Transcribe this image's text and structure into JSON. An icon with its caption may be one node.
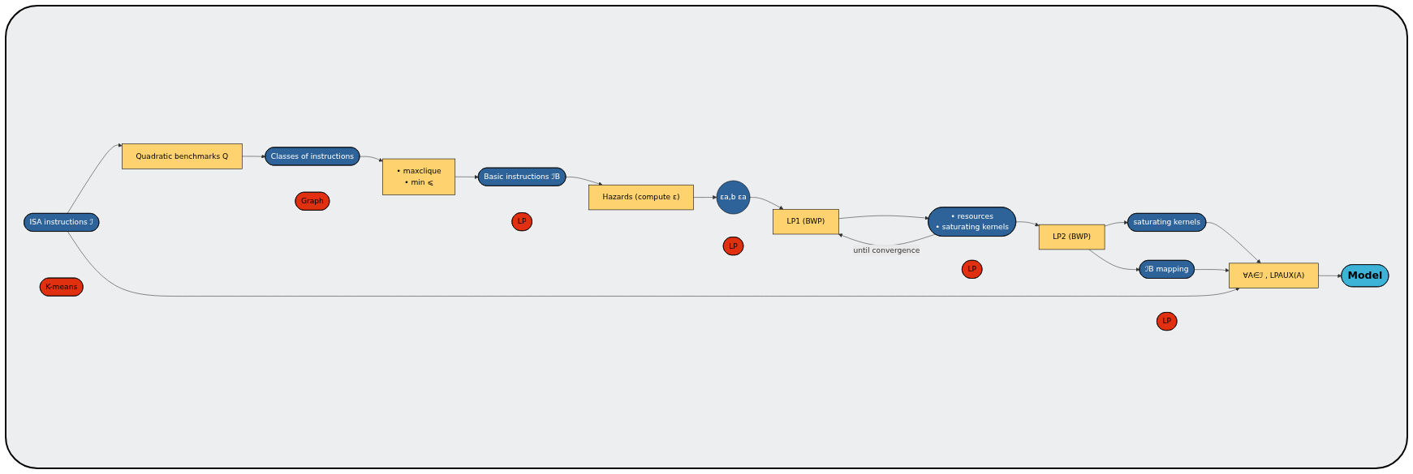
{
  "diagram": {
    "nodes": [
      {
        "text": [
          "ISA instructions ℐ"
        ]
      },
      {
        "text": [
          "Quadratic benchmarks Q"
        ]
      },
      {
        "text": [
          "K-means"
        ]
      },
      {
        "text": [
          "Classes of instructions"
        ]
      },
      {
        "text": [
          "• maxclique",
          "• min ⩽"
        ]
      },
      {
        "text": [
          "Graph"
        ]
      },
      {
        "text": [
          "Basic instructions ℐB"
        ]
      },
      {
        "text": [
          "Hazards (compute ε)"
        ]
      },
      {
        "text": [
          "LP"
        ]
      },
      {
        "text": [
          "εa,b εa"
        ]
      },
      {
        "text": [
          "LP1 (BWP)"
        ]
      },
      {
        "text": [
          "LP"
        ]
      },
      {
        "text": [
          "• resources",
          "• saturating kernels"
        ]
      },
      {
        "text": [
          "LP2 (BWP)"
        ]
      },
      {
        "text": [
          "LP"
        ]
      },
      {
        "text": [
          "saturating kernels"
        ]
      },
      {
        "text": [
          "ℐB mapping"
        ]
      },
      {
        "text": [
          "∀A∈ℐ , LPAUX(A)"
        ]
      },
      {
        "text": [
          "LP"
        ]
      },
      {
        "text": [
          "Model"
        ]
      }
    ],
    "edges": [
      {
        "from": 0,
        "to": 1,
        "arrow": "to"
      },
      {
        "from": 1,
        "to": 3,
        "arrow": "to"
      },
      {
        "from": 3,
        "to": 4,
        "arrow": "to"
      },
      {
        "from": 4,
        "to": 6,
        "arrow": "to"
      },
      {
        "from": 6,
        "to": 7,
        "arrow": "to"
      },
      {
        "from": 7,
        "to": 9,
        "arrow": "to"
      },
      {
        "from": 9,
        "to": 10,
        "arrow": "to"
      },
      {
        "from": 10,
        "to": 12,
        "arrow": "to"
      },
      {
        "from": 12,
        "to": 10,
        "arrow": "to",
        "label": "until convergence"
      },
      {
        "from": 12,
        "to": 13,
        "arrow": "to"
      },
      {
        "from": 13,
        "to": 15,
        "arrow": "to"
      },
      {
        "from": 13,
        "to": 16,
        "arrow": "to"
      },
      {
        "from": 15,
        "to": 17,
        "arrow": "to"
      },
      {
        "from": 16,
        "to": 17,
        "arrow": "to"
      },
      {
        "from": 0,
        "to": 17,
        "arrow": "to"
      },
      {
        "from": 17,
        "to": 19,
        "arrow": "to"
      }
    ]
  }
}
